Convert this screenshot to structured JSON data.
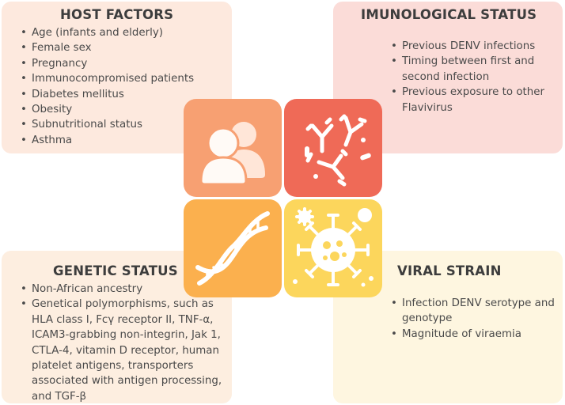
{
  "host_factors": {
    "title": "HOST FACTORS",
    "items": [
      "Age (infants and elderly)",
      "Female sex",
      "Pregnancy",
      "Immunocompromised patients",
      "Diabetes mellitus",
      "Obesity",
      "Subnutritional status",
      "Asthma"
    ],
    "icon": "people-icon"
  },
  "immunological_status": {
    "title": "IMUNOLOGICAL STATUS",
    "items": [
      "Previous DENV infections",
      "Timing between first and second infection",
      "Previous exposure to other Flavivirus"
    ],
    "icon": "antibody-icon"
  },
  "genetic_status": {
    "title": "GENETIC STATUS",
    "items": [
      "Non-African ancestry",
      "Genetical polymorphisms, such as HLA class I, Fcγ receptor II, TNF-α, ICAM3-grabbing non-integrin, Jak 1, CTLA-4, vitamin D receptor, human platelet antigens, transporters associated with antigen processing, and TGF-β"
    ],
    "icon": "dna-icon"
  },
  "viral_strain": {
    "title": "VIRAL STRAIN",
    "items": [
      "Infection DENV serotype and genotype",
      "Magnitude of viraemia"
    ],
    "icon": "virus-icon"
  },
  "colors": {
    "host_panel": "#fde9de",
    "immuno_panel": "#fbdcd8",
    "genetic_panel": "#fdeee0",
    "viral_panel": "#fef6e0",
    "host_tile": "#f7a072",
    "immuno_tile": "#ef6a57",
    "genetic_tile": "#fbb04e",
    "viral_tile": "#fcd65c"
  }
}
